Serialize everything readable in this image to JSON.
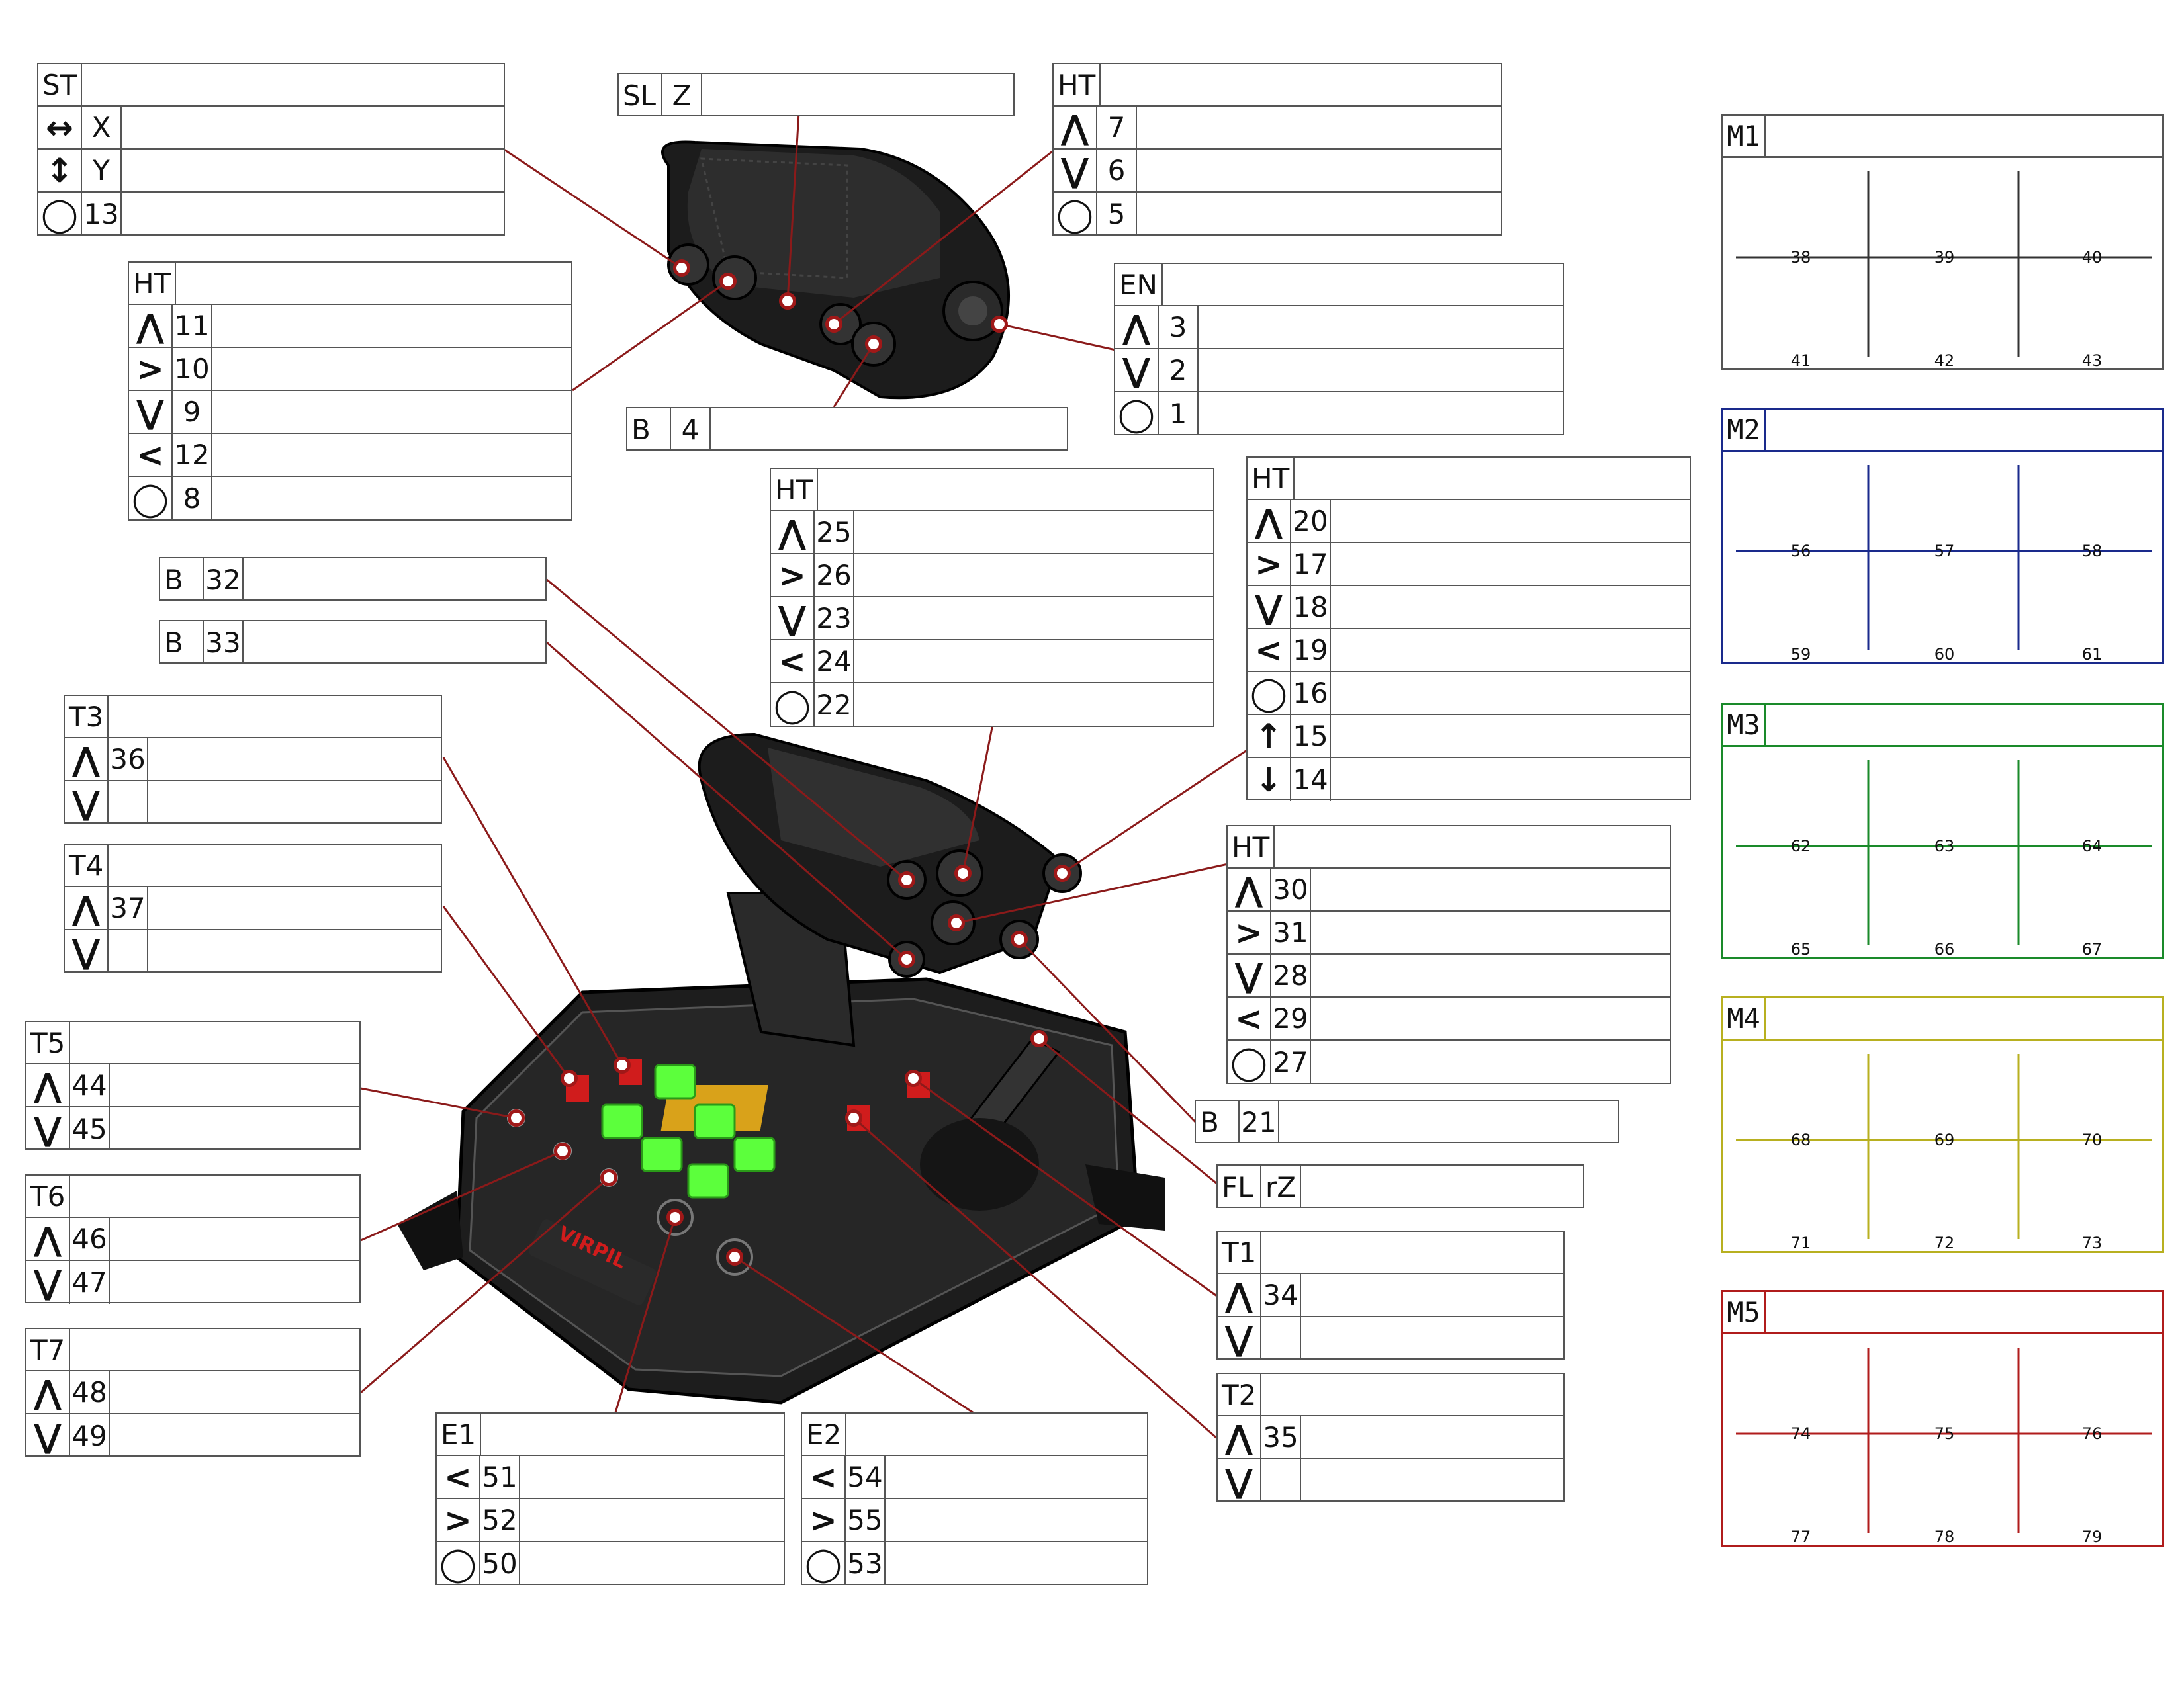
{
  "colors": {
    "leader": "#8b1a1a",
    "m1": "#555555",
    "m2": "#1a2a8c",
    "m3": "#1a8a2a",
    "m4": "#b8b020",
    "m5": "#b01c1c",
    "led": "#5cff3c",
    "body": "#1e1e1e"
  },
  "icons": {
    "horizontal_axis": "left-right-arrow-icon",
    "vertical_axis": "up-down-arrow-icon",
    "up": "chevron-up-icon",
    "down": "chevron-down-icon",
    "left": "chevron-left-icon",
    "right": "chevron-right-icon",
    "press": "circle-icon",
    "push": "arrow-up-icon",
    "pull": "arrow-down-icon"
  },
  "boxes": {
    "st": {
      "code": "ST",
      "rows": [
        {
          "sym": "↔",
          "num": "X"
        },
        {
          "sym": "↕",
          "num": "Y"
        },
        {
          "sym": "◯",
          "num": "13"
        }
      ]
    },
    "slz": {
      "code": "SL",
      "code2": "Z"
    },
    "ht_top": {
      "code": "HT",
      "rows": [
        {
          "sym": "⋀",
          "num": "7"
        },
        {
          "sym": "⋁",
          "num": "6"
        },
        {
          "sym": "◯",
          "num": "5"
        }
      ]
    },
    "ht_left": {
      "code": "HT",
      "rows": [
        {
          "sym": "⋀",
          "num": "11"
        },
        {
          "sym": ">",
          "num": "10"
        },
        {
          "sym": "⋁",
          "num": "9"
        },
        {
          "sym": "<",
          "num": "12"
        },
        {
          "sym": "◯",
          "num": "8"
        }
      ]
    },
    "en": {
      "code": "EN",
      "rows": [
        {
          "sym": "⋀",
          "num": "3"
        },
        {
          "sym": "⋁",
          "num": "2"
        },
        {
          "sym": "◯",
          "num": "1"
        }
      ]
    },
    "b4": {
      "code": "B",
      "code2": "4"
    },
    "ht_mid": {
      "code": "HT",
      "rows": [
        {
          "sym": "⋀",
          "num": "25"
        },
        {
          "sym": ">",
          "num": "26"
        },
        {
          "sym": "⋁",
          "num": "23"
        },
        {
          "sym": "<",
          "num": "24"
        },
        {
          "sym": "◯",
          "num": "22"
        }
      ]
    },
    "ht_right": {
      "code": "HT",
      "rows": [
        {
          "sym": "⋀",
          "num": "20"
        },
        {
          "sym": ">",
          "num": "17"
        },
        {
          "sym": "⋁",
          "num": "18"
        },
        {
          "sym": "<",
          "num": "19"
        },
        {
          "sym": "◯",
          "num": "16"
        },
        {
          "sym": "↑",
          "num": "15"
        },
        {
          "sym": "↓",
          "num": "14"
        }
      ]
    },
    "b32": {
      "code": "B",
      "code2": "32"
    },
    "b33": {
      "code": "B",
      "code2": "33"
    },
    "t3": {
      "code": "T3",
      "rows": [
        {
          "sym": "⋀",
          "num": "36"
        },
        {
          "sym": "⋁",
          "num": ""
        }
      ]
    },
    "t4": {
      "code": "T4",
      "rows": [
        {
          "sym": "⋀",
          "num": "37"
        },
        {
          "sym": "⋁",
          "num": ""
        }
      ]
    },
    "ht_low": {
      "code": "HT",
      "rows": [
        {
          "sym": "⋀",
          "num": "30"
        },
        {
          "sym": ">",
          "num": "31"
        },
        {
          "sym": "⋁",
          "num": "28"
        },
        {
          "sym": "<",
          "num": "29"
        },
        {
          "sym": "◯",
          "num": "27"
        }
      ]
    },
    "t5": {
      "code": "T5",
      "rows": [
        {
          "sym": "⋀",
          "num": "44"
        },
        {
          "sym": "⋁",
          "num": "45"
        }
      ]
    },
    "b21": {
      "code": "B",
      "code2": "21"
    },
    "flrz": {
      "code": "FL",
      "code2": "rZ"
    },
    "t6": {
      "code": "T6",
      "rows": [
        {
          "sym": "⋀",
          "num": "46"
        },
        {
          "sym": "⋁",
          "num": "47"
        }
      ]
    },
    "t1": {
      "code": "T1",
      "rows": [
        {
          "sym": "⋀",
          "num": "34"
        },
        {
          "sym": "⋁",
          "num": ""
        }
      ]
    },
    "t7": {
      "code": "T7",
      "rows": [
        {
          "sym": "⋀",
          "num": "48"
        },
        {
          "sym": "⋁",
          "num": "49"
        }
      ]
    },
    "t2": {
      "code": "T2",
      "rows": [
        {
          "sym": "⋀",
          "num": "35"
        },
        {
          "sym": "⋁",
          "num": ""
        }
      ]
    },
    "e1": {
      "code": "E1",
      "rows": [
        {
          "sym": "<",
          "num": "51"
        },
        {
          "sym": ">",
          "num": "52"
        },
        {
          "sym": "◯",
          "num": "50"
        }
      ]
    },
    "e2": {
      "code": "E2",
      "rows": [
        {
          "sym": "<",
          "num": "54"
        },
        {
          "sym": ">",
          "num": "55"
        },
        {
          "sym": "◯",
          "num": "53"
        }
      ]
    }
  },
  "brand": {
    "logo_text": "VIRPIL"
  },
  "mgrids": {
    "m1": {
      "code": "M1",
      "labels": [
        "38",
        "39",
        "40",
        "41",
        "42",
        "43"
      ]
    },
    "m2": {
      "code": "M2",
      "labels": [
        "56",
        "57",
        "58",
        "59",
        "60",
        "61"
      ]
    },
    "m3": {
      "code": "M3",
      "labels": [
        "62",
        "63",
        "64",
        "65",
        "66",
        "67"
      ]
    },
    "m4": {
      "code": "M4",
      "labels": [
        "68",
        "69",
        "70",
        "71",
        "72",
        "73"
      ]
    },
    "m5": {
      "code": "M5",
      "labels": [
        "74",
        "75",
        "76",
        "77",
        "78",
        "79"
      ]
    }
  }
}
